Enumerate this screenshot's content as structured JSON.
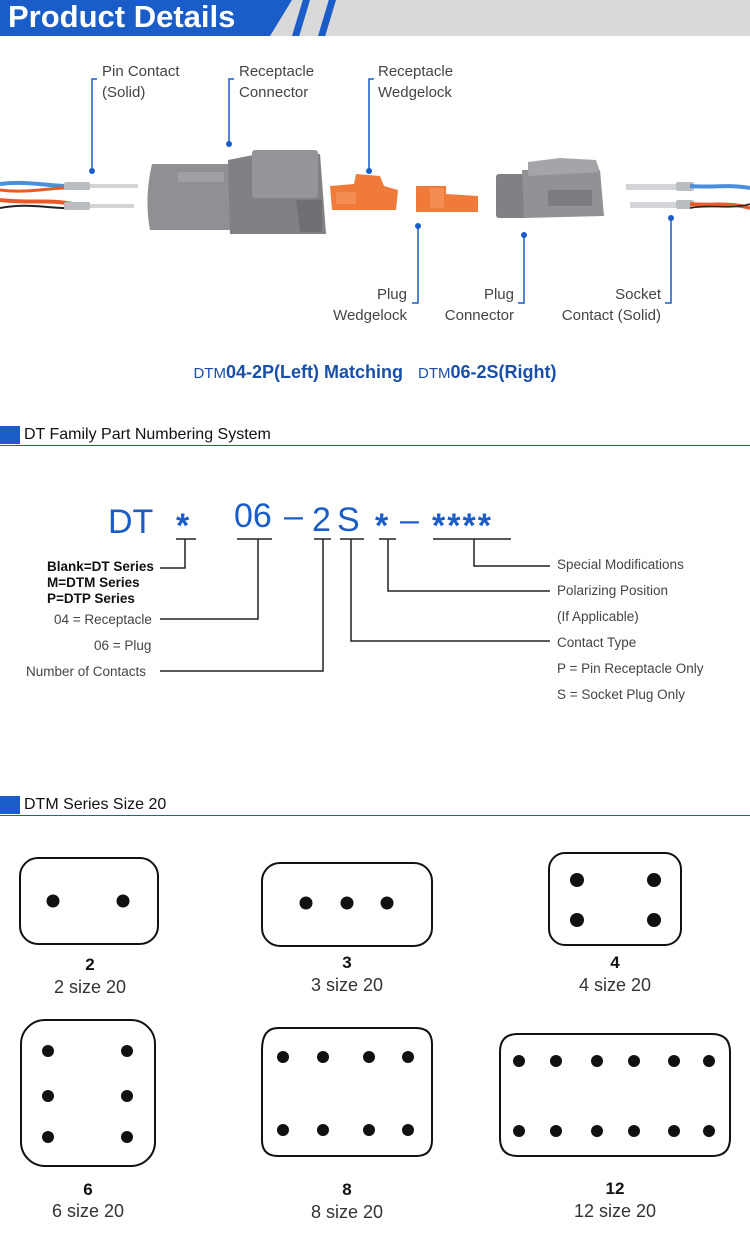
{
  "header": {
    "title": "Product Details"
  },
  "diagram": {
    "labels": {
      "pin_contact": [
        "Pin Contact",
        "(Solid)"
      ],
      "receptacle_connector": [
        "Receptacle",
        "Connector"
      ],
      "receptacle_wedgelock": [
        "Receptacle",
        "Wedgelock"
      ],
      "plug_wedgelock": [
        "Plug",
        "Wedgelock"
      ],
      "plug_connector": [
        "Plug",
        "Connector"
      ],
      "socket_contact": [
        "Socket",
        "Contact (Solid)"
      ]
    },
    "caption": {
      "left_prefix": "DTM",
      "left_text": "04-2P(Left) Matching",
      "right_prefix": "DTM",
      "right_text": "06-2S(Right)"
    }
  },
  "section1": {
    "title": "DT Family Part Numbering System"
  },
  "part_number": {
    "parts": [
      "DT",
      "*",
      "06",
      "–",
      "2",
      "S",
      "*",
      "–",
      "****"
    ],
    "left_bold": [
      "Blank=DT Series",
      "M=DTM Series",
      "P=DTP Series"
    ],
    "left": [
      "04 = Receptacle",
      "06 = Plug",
      "Number of Contacts"
    ],
    "right": [
      "Special Modifications",
      "Polarizing Position",
      "(If Applicable)",
      "Contact Type",
      "P = Pin Receptacle Only",
      "S = Socket Plug Only"
    ]
  },
  "section2": {
    "title": "DTM Series Size 20"
  },
  "cavities": [
    {
      "num": "2",
      "label": "2 size 20"
    },
    {
      "num": "3",
      "label": "3 size 20"
    },
    {
      "num": "4",
      "label": "4 size 20"
    },
    {
      "num": "6",
      "label": "6 size 20"
    },
    {
      "num": "8",
      "label": "8 size 20"
    },
    {
      "num": "12",
      "label": "12 size 20"
    }
  ],
  "colors": {
    "brand_blue": "#1a5cc8",
    "connector_gray": "#8a8c8e",
    "wedgelock_orange": "#f07a3a"
  }
}
